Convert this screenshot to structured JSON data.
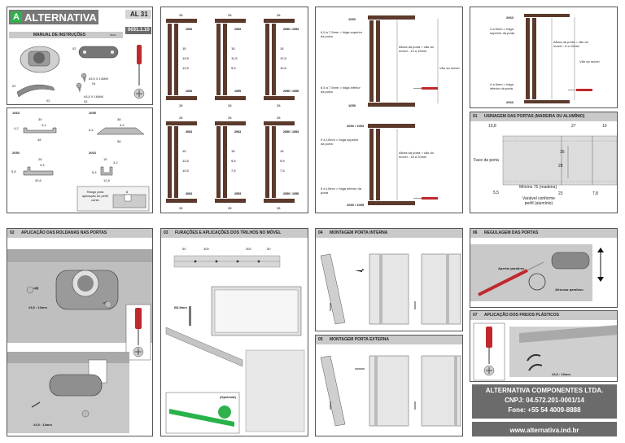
{
  "brand": {
    "name": "ALTERNATIVA",
    "model": "AL 31",
    "code": "0031.1.10",
    "manual_title": "MANUAL DE INSTRUÇÕES",
    "manual_date": "03/23"
  },
  "parts": {
    "screw_a": "#3,5 X 13MM",
    "screw_a_qty": "04",
    "screw_b": "#3,5 X 16MM",
    "screw_b_qty": "02",
    "qty_top": "02",
    "qty_left": "02",
    "qty_bottom": "02"
  },
  "profiles": {
    "p1": {
      "code": "1063",
      "dims": [
        "30",
        "3,4",
        "4,2",
        "38"
      ]
    },
    "p2": {
      "code": "1055",
      "dims": [
        "38",
        "3,4",
        "6,4",
        "58"
      ]
    },
    "p3": {
      "code": "2050",
      "dims": [
        "28",
        "3,4",
        "5,8",
        "30,6"
      ]
    },
    "p4": {
      "code": "2063",
      "dims": [
        "15",
        "3,2",
        "6,4",
        "12,8"
      ]
    },
    "note": "Rasgo para aplicação do perfil canto",
    "note_dim": "6"
  },
  "hardware_sets": [
    {
      "top": "1053",
      "bottom": "1053",
      "wt": "28",
      "wb": "28",
      "dims": [
        "15",
        "14,5",
        "12,5"
      ]
    },
    {
      "top": "1053",
      "bottom": "1055",
      "wt": "28",
      "wb": "28",
      "dims": [
        "15",
        "11,5",
        "9,5"
      ]
    },
    {
      "top": "2050 / 1053",
      "bottom": "2050 / 1055",
      "wt": "28",
      "wb": "28",
      "dims": [
        "15",
        "12,5",
        "10,5"
      ]
    },
    {
      "top": "2063",
      "bottom": "2063",
      "wt": "28",
      "wb": "28",
      "dims": [
        "15",
        "12,5",
        "10,5"
      ]
    },
    {
      "top": "2063",
      "bottom": "2053",
      "wt": "28",
      "wb": "28",
      "dims": [
        "15",
        "9,5",
        "7,5"
      ]
    },
    {
      "top": "2050 / 1053",
      "bottom": "2050 / 1055",
      "wt": "28",
      "wb": "28",
      "dims": [
        "15",
        "9,5",
        "7,5"
      ]
    }
  ],
  "clearance_a": {
    "top_code": "1053",
    "bottom_code": "1055",
    "top_gap": "6,5 a 7,5mm = folga superior da porta",
    "bottom_gap": "6,5 a 7,5mm = folga inferior da porta",
    "height_formula": "Altura da porta = vão do móvel - 13 a 15mm",
    "span": "Vão do móvel"
  },
  "clearance_b": {
    "top_code": "2050 / 1053",
    "bottom_code": "2050 / 1055",
    "top_gap": "9 a 10mm = folga superior da porta",
    "bottom_gap": "9 a 10mm = folga inferior da porta",
    "height_formula": "Altura da porta = vão do móvel - 18 a 20mm"
  },
  "clearance_c": {
    "top_code": "2063",
    "bottom_code": "2063",
    "top_gap": "4 a 5mm = folga superior da porta",
    "bottom_gap": "4 a 5mm = folga inferior da porta",
    "height_formula": "Altura da porta = vão do móvel - 8 a 10mm",
    "span": "Vão do móvel"
  },
  "section01": {
    "num": "01",
    "title": "USINAGEM DAS PORTAS (MADEIRA OU ALUMÍNIO)",
    "face_label": "Face da porta",
    "dims": [
      "10,8",
      "27",
      "10",
      "35",
      "28",
      "5,5",
      "23",
      "7,8"
    ],
    "min_label": "Mínimo 75 (madeira)",
    "var_label": "Variável conforme perfil (alumínio)"
  },
  "section02": {
    "num": "02",
    "title": "APLICAÇÃO DAS ROLDANAS NAS PORTAS",
    "screw1": "#3,5 : 13mm",
    "screw2": "#3,5 : 13mm"
  },
  "section03": {
    "num": "03",
    "title": "FURAÇÕES E APLICAÇÕES DOS TRILHOS NO MÓVEL",
    "dims": [
      "50",
      "300",
      "300",
      "50"
    ],
    "drill": "Ø3,5mm",
    "optional": "(Opcional)"
  },
  "section04": {
    "num": "04",
    "title": "MONTAGEM PORTA INTERNA"
  },
  "section05": {
    "num": "05",
    "title": "MONTAGEM PORTA EXTERNA"
  },
  "section06": {
    "num": "06",
    "title": "REGULAGEM DAS PORTAS",
    "tighten": "Apertar parafuso",
    "loosen": "Afrouxar parafuso"
  },
  "section07": {
    "num": "07",
    "title": "APLICAÇÃO DOS FREIOS PLÁSTICOS",
    "screw": "#3,5 : 10mm"
  },
  "company": {
    "name": "ALTERNATIVA COMPONENTES LTDA.",
    "cnpj": "CNPJ: 04.572.201-0001/14",
    "phone": "Fone: +55 54 4009-8888",
    "website": "www.alternativa.ind.br"
  },
  "colors": {
    "wood": "#5b3a2c",
    "grey": "#c9c9c9",
    "dark": "#6b6b6b",
    "green": "#27b34a",
    "red": "#c0282d"
  }
}
